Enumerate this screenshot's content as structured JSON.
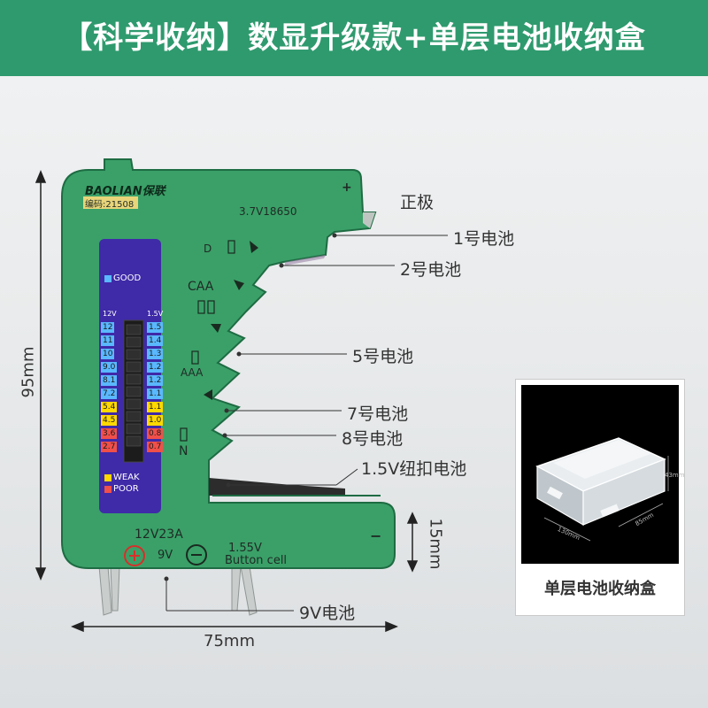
{
  "banner": {
    "title": "【科学收纳】数显升级款+单层电池收纳盒"
  },
  "device": {
    "brand": "BAOLIAN保联",
    "model_code": "编码:21508",
    "battery_18650": "3.7V18650",
    "slot_d": "D",
    "slot_caa": "CAA",
    "slot_aaa": "AAA",
    "slot_n": "N",
    "plus_sign": "+",
    "minus_sign": "−",
    "label_12v23a": "12V23A",
    "label_9v": "9V",
    "label_155v": "1.55V",
    "label_button": "Button cell",
    "display": {
      "good": "GOOD",
      "weak": "WEAK",
      "poor": "POOR",
      "header_left": "12V",
      "header_right": "1.5V",
      "scale": [
        {
          "left": "12",
          "right": "1.5",
          "color": "#5ab8ff"
        },
        {
          "left": "11",
          "right": "1.4",
          "color": "#5ab8ff"
        },
        {
          "left": "10",
          "right": "1.3",
          "color": "#5ab8ff"
        },
        {
          "left": "9.0",
          "right": "1.2",
          "color": "#5ab8ff"
        },
        {
          "left": "8.1",
          "right": "1.2",
          "color": "#5ab8ff"
        },
        {
          "left": "7.2",
          "right": "1.1",
          "color": "#5ab8ff"
        },
        {
          "left": "5.4",
          "right": "1.1",
          "color": "#ffd800"
        },
        {
          "left": "4.5",
          "right": "1.0",
          "color": "#ffd800"
        },
        {
          "left": "3.6",
          "right": "0.8",
          "color": "#f0504a"
        },
        {
          "left": "2.7",
          "right": "0.7",
          "color": "#f0504a"
        }
      ]
    }
  },
  "labels": {
    "positive": "正极",
    "battery_1": "1号电池",
    "battery_2": "2号电池",
    "battery_5": "5号电池",
    "battery_7": "7号电池",
    "battery_8": "8号电池",
    "button_cell": "1.5V纽扣电池",
    "battery_9v": "9V电池"
  },
  "dimensions": {
    "height": "95mm",
    "width": "75mm",
    "depth": "15mm"
  },
  "storage_box": {
    "caption": "单层电池收纳盒",
    "dim_length": "130mm",
    "dim_width": "85mm",
    "dim_height": "43mm"
  }
}
